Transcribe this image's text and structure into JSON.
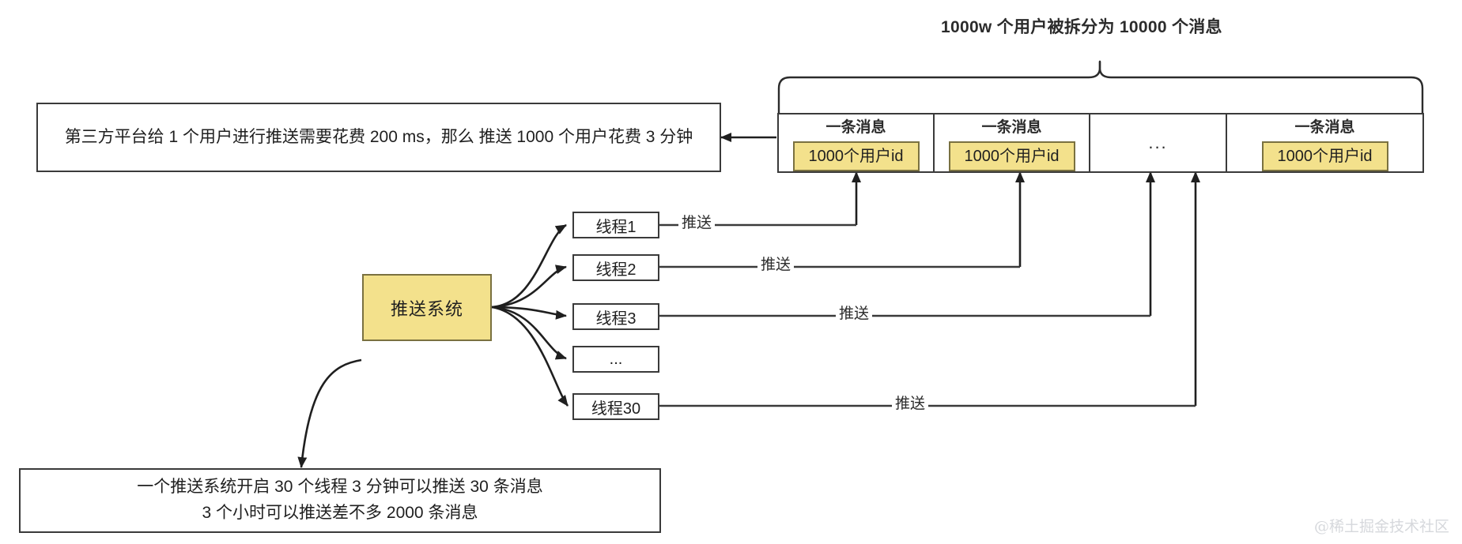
{
  "diagram": {
    "title": "1000w 个用户被拆分为 10000 个消息",
    "left_note": "第三方平台给 1 个用户进行推送需要花费 200 ms，那么 推送 1000 个用户花费 3 分钟",
    "bottom_note_line1": "一个推送系统开启 30 个线程 3 分钟可以推送 30 条消息",
    "bottom_note_line2": "3 个小时可以推送差不多 2000 条消息",
    "system_box": "推送系统",
    "ellipsis": "...",
    "message_cells": [
      {
        "head": "一条消息",
        "chip": "1000个用户id"
      },
      {
        "head": "一条消息",
        "chip": "1000个用户id"
      },
      {
        "head": "",
        "chip": ""
      },
      {
        "head": "一条消息",
        "chip": "1000个用户id"
      }
    ],
    "threads": [
      {
        "label": "线程1"
      },
      {
        "label": "线程2"
      },
      {
        "label": "线程3"
      },
      {
        "label": "..."
      },
      {
        "label": "线程30"
      }
    ],
    "edge_labels": {
      "push_1": "推送",
      "push_2": "推送",
      "push_3": "推送",
      "push_30": "推送"
    },
    "watermark": "@稀土掘金技术社区",
    "colors": {
      "accent_yellow": "#f3e18c",
      "accent_yellow_border": "#7a7140",
      "stroke": "#3a3a3a",
      "text": "#1f1f1f",
      "watermark": "#d6d8dc"
    }
  }
}
